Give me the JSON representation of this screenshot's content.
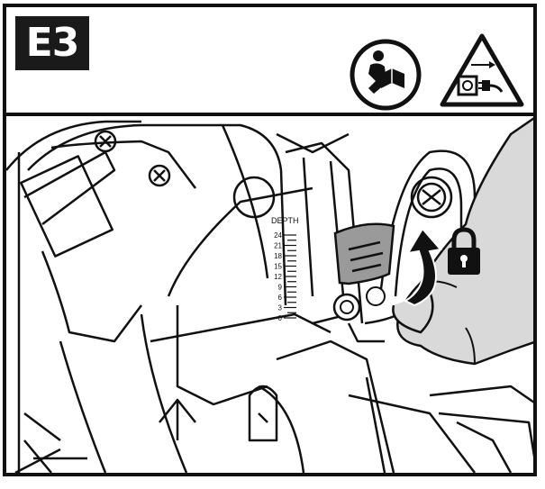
{
  "step": {
    "label": "E3"
  },
  "icons": {
    "manual": "read-manual-icon",
    "warning": "unplug-warning-icon",
    "lock": "padlock-icon",
    "arrow": "curved-up-arrow-icon"
  },
  "depth_scale": {
    "title": "DEPTH",
    "values": [
      "24",
      "21",
      "18",
      "15",
      "12",
      "9",
      "6",
      "3",
      "0"
    ]
  },
  "colors": {
    "ink": "#111111",
    "hand": "#d9d9d9",
    "background": "#ffffff"
  }
}
